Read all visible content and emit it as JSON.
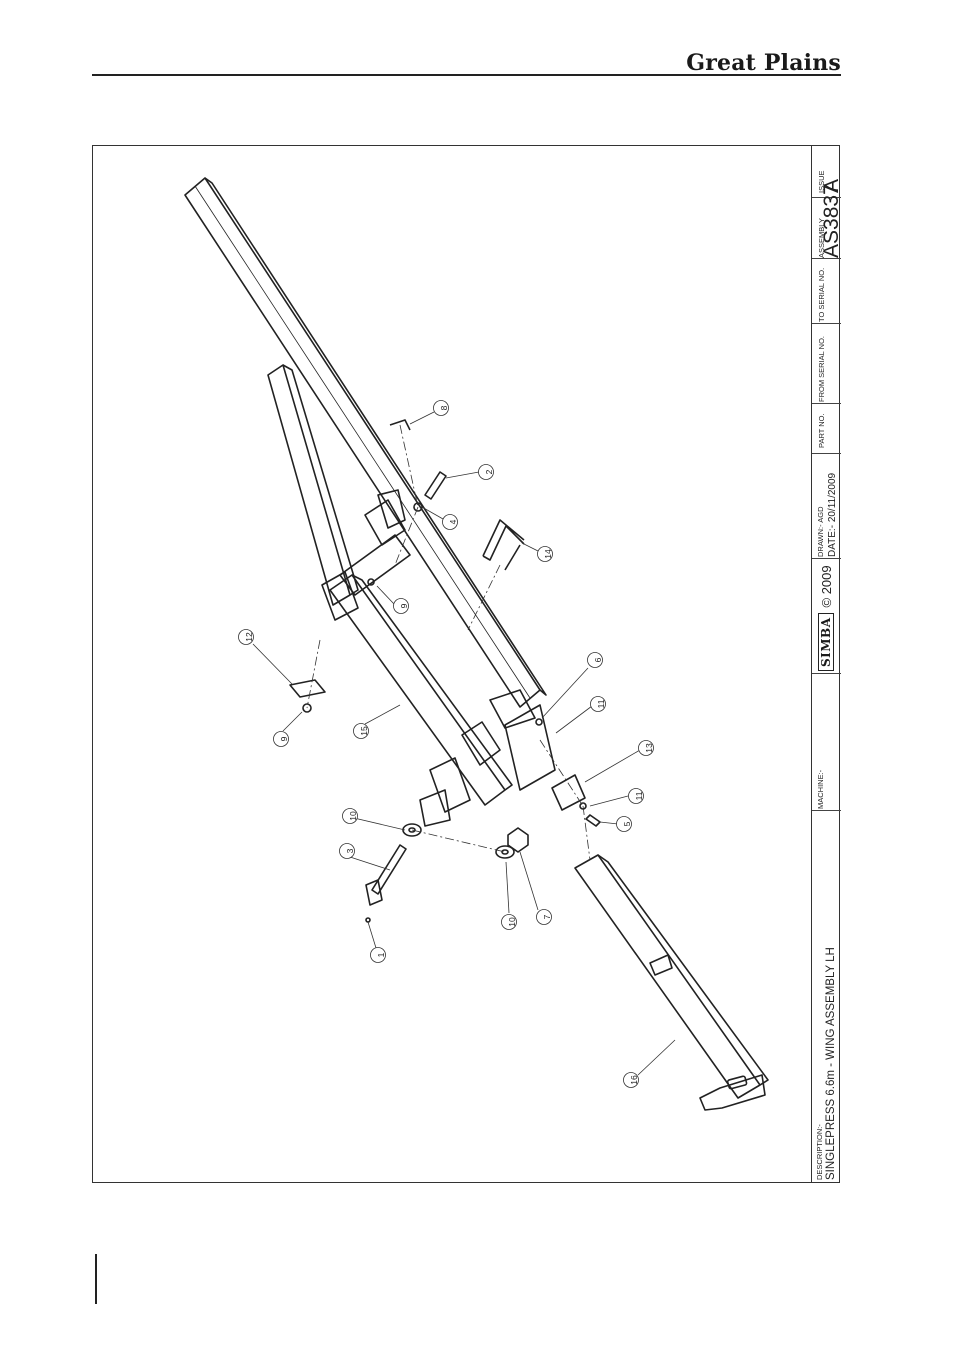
{
  "header": {
    "brand": "Great Plains"
  },
  "title_block": {
    "description_label": "DESCRIPTION:-",
    "description": "SINGLEPRESS 6.6m - WING ASSEMBLY LH",
    "machine_label": "MACHINE:-",
    "logo_text": "SIMBA",
    "copyright": "© 2009",
    "drawn": "DRAWN:- AGD",
    "date": "DATE:- 20/11/2009",
    "part_no_label": "PART NO.",
    "from_serial_label": "FROM SERIAL NO.",
    "to_serial_label": "TO SERIAL NO.",
    "assembly_label": "ASSEMBLY",
    "assembly": "AS3837",
    "issue_label": "ISSUE",
    "issue": "A"
  },
  "callouts": [
    {
      "number": "1"
    },
    {
      "number": "2"
    },
    {
      "number": "3"
    },
    {
      "number": "4"
    },
    {
      "number": "5"
    },
    {
      "number": "6"
    },
    {
      "number": "7"
    },
    {
      "number": "8"
    },
    {
      "number": "9"
    },
    {
      "number": "9"
    },
    {
      "number": "10"
    },
    {
      "number": "10"
    },
    {
      "number": "11"
    },
    {
      "number": "11"
    },
    {
      "number": "12"
    },
    {
      "number": "13"
    },
    {
      "number": "14"
    },
    {
      "number": "15"
    },
    {
      "number": "16"
    }
  ]
}
